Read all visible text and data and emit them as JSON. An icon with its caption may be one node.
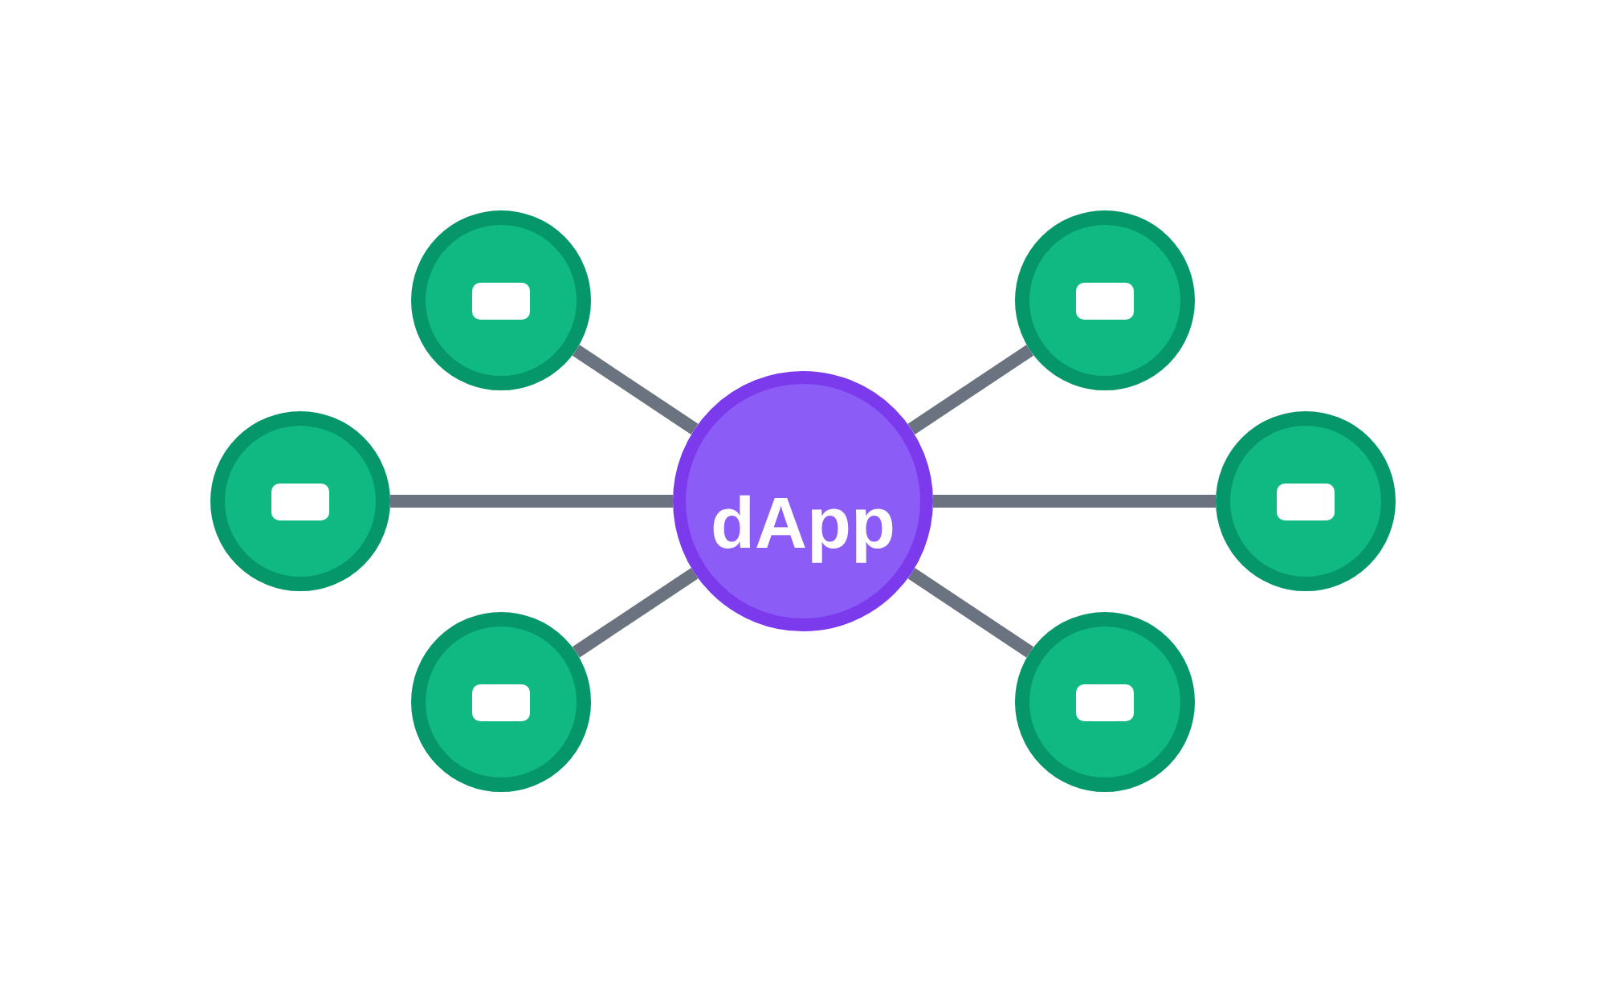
{
  "diagram": {
    "nodes": [
      {
        "text": [],
        "shape": "circle"
      },
      {
        "text": [],
        "shape": "circle"
      },
      {
        "text": [],
        "shape": "circle"
      },
      {
        "text": [
          "dApp"
        ]
      },
      {
        "text": [],
        "shape": "circle"
      },
      {
        "text": [],
        "shape": "circle"
      },
      {
        "text": [],
        "shape": "circle"
      }
    ],
    "edges": [
      {
        "from": 3,
        "to": 0,
        "arrow": "none"
      },
      {
        "from": 3,
        "to": 1,
        "arrow": "none"
      },
      {
        "from": 3,
        "to": 2,
        "arrow": "none"
      },
      {
        "from": 3,
        "to": 4,
        "arrow": "none"
      },
      {
        "from": 3,
        "to": 5,
        "arrow": "none"
      },
      {
        "from": 3,
        "to": 6,
        "arrow": "none"
      }
    ]
  }
}
